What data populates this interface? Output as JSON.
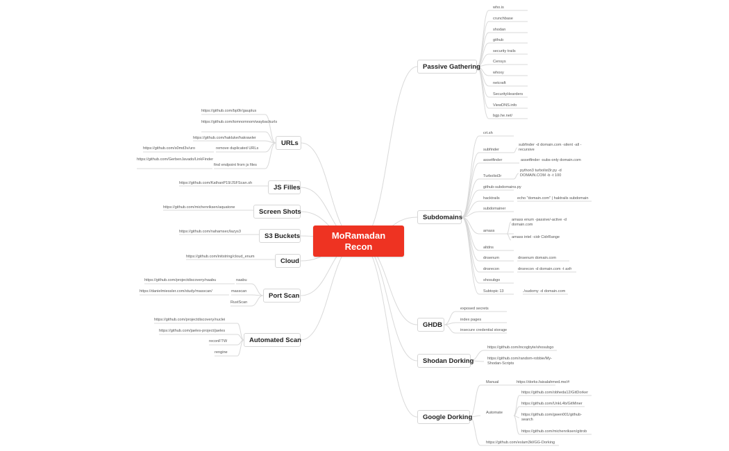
{
  "root": "MoRamadan Recon",
  "urls": {
    "title": "URLs",
    "gauplus": "https://github.com/bp0lr/gauplus",
    "waybackurls": "https://github.com/tomnomnom/waybackurls",
    "hakrawler": "https://github.com/hakluke/hakrawler",
    "remove_dup": "remove duplicated URLs",
    "uro": "https://github.com/s0md3v/uro",
    "find_js": "find endpoint from js files",
    "linkfinder": "https://github.com/GerbenJavado/LinkFinder"
  },
  "js": {
    "title": "JS Filles",
    "item": "https://github.com/KathanP19/JSFScan.sh"
  },
  "screens": {
    "title": "Screen Shots",
    "item": "https://github.com/michenriksen/aquatone"
  },
  "s3": {
    "title": "S3 Buckets",
    "item": "https://github.com/nahamsec/lazys3"
  },
  "cloud": {
    "title": "Cloud",
    "item": "https://github.com/initstring/cloud_enum"
  },
  "port": {
    "title": "Port Scan",
    "naabu": "naabu",
    "naabu_url": "https://github.com/projectdiscovery/naabu",
    "masscan": "masscan",
    "masscan_url": "https://danielmiessler.com/study/masscan/",
    "rustscan": "RustScan"
  },
  "auto": {
    "title": "Automated Scan",
    "nuclei": "https://github.com/projectdiscovery/nuclei",
    "jaeles": "https://github.com/jaeles-project/jaeles",
    "reconftw": "reconFTW",
    "rengine": "rengine"
  },
  "passive": {
    "title": "Passive Gathering",
    "items": [
      "who.is",
      "crunchbase",
      "shodan",
      "github",
      "security trails",
      "Censys",
      "whoxy",
      "netcraft",
      "SecurityHearders",
      "ViewDNS.info",
      "bgp.he.net/"
    ]
  },
  "subdomains": {
    "title": "Subdomains",
    "crtsh": "crt.sh",
    "subfinder": "subfinder",
    "subfinder_cmd": "subfinder -d domain.com -silent -all -recursive",
    "assetfinder": "assetfinder",
    "assetfinder_cmd": "assetfinder -subs-only domain.com",
    "turbolist3r": "Turbolist3r",
    "turbolist3r_cmd": "python3 turbolist3r.py -d DOMAIN.COM -b -t 100",
    "github_sub": "github-subdomains.py",
    "hacktrails": "hacktrails",
    "hacktrails_cmd": "echo \"domain.com\" | haktrails subdomain",
    "subdomainer": "subdomainer",
    "amass": "amass",
    "amass_cmd1": "amass enum -passive/-active -d domain.com",
    "amass_cmd2": "amass intel -cidr CidrRange",
    "altdns": "altdns",
    "dnsenum": "dnsenum",
    "dnsenum_cmd": "dnsenum domain.com",
    "dnsrecon": "dnsrecon",
    "dnsrecon_cmd": "dnsrecon -d domain.com -t axfr",
    "shosubgo": "shosubgo",
    "subtopic": "Subtopic 13",
    "subtopic_cmd": "./sudomy -d domain.com"
  },
  "ghdb": {
    "title": "GHDB",
    "items": [
      "exposed secrets",
      "index pages",
      "insecure credential storage"
    ]
  },
  "shodan": {
    "title": "Shodan Dorking",
    "items": [
      "https://github.com/incogbyte/shosubgo",
      "https://github.com/random-robbie/My-Shodan-Scripts"
    ]
  },
  "google": {
    "title": "Google Dorking",
    "manual": "Manual",
    "manual_url": "https://dorks.faisalahmed.me/#",
    "automate": "Automate",
    "auto_items": [
      "https://github.com/obheda12/GitDorker",
      "https://github.com/UnkL4b/GitMiner",
      "https://github.com/gwen001/github-search",
      "https://github.com/michenriksen/gitrob"
    ],
    "bottom": "https://github.com/eslam3kl/GG-Dorking"
  }
}
